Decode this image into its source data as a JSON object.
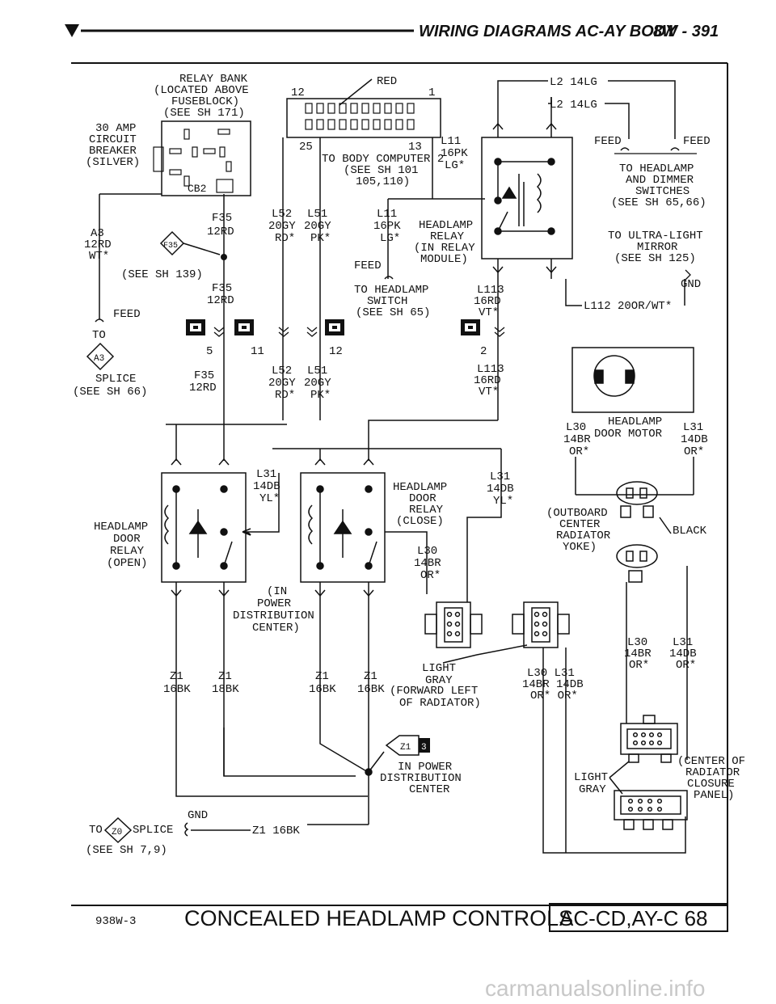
{
  "header": {
    "title": "WIRING DIAGRAMS AC-AY BODY",
    "page": "8W - 391"
  },
  "relay_bank": [
    "RELAY BANK",
    "(LOCATED ABOVE",
    "FUSEBLOCK)",
    "(SEE SH 171)"
  ],
  "relay_pins": {
    "p12": "12",
    "p1": "1",
    "p25": "25",
    "p13": "13",
    "red": "RED"
  },
  "circuit_breaker": [
    "30 AMP",
    "CIRCUIT",
    "BREAKER",
    "(SILVER)"
  ],
  "cb2": "CB2",
  "a3_wire": [
    "A3",
    "12RD",
    "WT*"
  ],
  "feed_left": "FEED",
  "to_label": "TO",
  "a3_tag": "A3",
  "splice_left": [
    "SPLICE",
    "(SEE SH 66)"
  ],
  "f35_top": [
    "F35",
    "12RD"
  ],
  "f35_tag": "F35",
  "see_139": "(SEE SH 139)",
  "f35_mid": [
    "F35",
    "12RD"
  ],
  "f35_bot": [
    "F35",
    "12RD"
  ],
  "conn_pins": [
    "5",
    "11",
    "12",
    "2"
  ],
  "l52_top": [
    "L52",
    "20GY",
    "RD*"
  ],
  "l51_top": [
    "L51",
    "20GY",
    "PK*"
  ],
  "l52_bot": [
    "L52",
    "20GY",
    "RD*"
  ],
  "l51_bot": [
    "L51",
    "20GY",
    "PK*"
  ],
  "body_computer": [
    "TO BODY COMPUTER 2",
    "(SEE SH 101",
    "105,110)"
  ],
  "l11_top": [
    "L11",
    "16PK",
    "LG*"
  ],
  "l11_mid": [
    "L11",
    "16PK",
    "LG*"
  ],
  "feed_mid": "FEED",
  "to_hl_switch": [
    "TO HEADLAMP",
    "SWITCH",
    "(SEE SH 65)"
  ],
  "headlamp_relay": [
    "HEADLAMP",
    "RELAY",
    "(IN RELAY",
    "MODULE)"
  ],
  "l2_a": "L2 14LG",
  "l2_b": "L2 14LG",
  "feed_r1": "FEED",
  "feed_r2": "FEED",
  "dimmer": [
    "TO HEADLAMP",
    "AND DIMMER",
    "SWITCHES",
    "(SEE SH 65,66)"
  ],
  "ultra": [
    "TO ULTRA-LIGHT",
    "MIRROR",
    "(SEE SH 125)"
  ],
  "gnd_right": "GND",
  "l112": "L112 20OR/WT*",
  "l113_top": [
    "L113",
    "16RD",
    "VT*"
  ],
  "l113_bot": [
    "L113",
    "16RD",
    "VT*"
  ],
  "door_motor": [
    "HEADLAMP",
    "DOOR MOTOR"
  ],
  "l30_motor": [
    "L30",
    "14BR",
    "OR*"
  ],
  "l31_motor": [
    "L31",
    "14DB",
    "OR*"
  ],
  "outboard": [
    "(OUTBOARD",
    "CENTER",
    "RADIATOR",
    "YOKE)"
  ],
  "black": "BLACK",
  "hdr_open": [
    "HEADLAMP",
    "DOOR",
    "RELAY",
    "(OPEN)"
  ],
  "hdr_close": [
    "HEADLAMP",
    "DOOR",
    "RELAY",
    "(CLOSE)"
  ],
  "l31_left": [
    "L31",
    "14DB",
    "YL*"
  ],
  "l31_right": [
    "L31",
    "14DB",
    "YL*"
  ],
  "l30_mid": [
    "L30",
    "14BR",
    "OR*"
  ],
  "in_pdc": [
    "(IN",
    "POWER",
    "DISTRIBUTION",
    "CENTER)"
  ],
  "light_gray_1": [
    "LIGHT",
    "GRAY"
  ],
  "forward_left": [
    "(FORWARD LEFT",
    "OF RADIATOR)"
  ],
  "l30_l31_mid": [
    "L30 L31",
    "14BR 14DB",
    "OR* OR*"
  ],
  "l30_right": [
    "L30",
    "14BR",
    "OR*"
  ],
  "l31_right2": [
    "L31",
    "14DB",
    "OR*"
  ],
  "z1_wires": [
    [
      "Z1",
      "16BK"
    ],
    [
      "Z1",
      "18BK"
    ],
    [
      "Z1",
      "16BK"
    ],
    [
      "Z1",
      "16BK"
    ]
  ],
  "z1_tag": "Z1",
  "z1_tag_num": "3",
  "in_pdc_2": [
    "IN POWER",
    "DISTRIBUTION",
    "CENTER"
  ],
  "center_radiator": [
    "(CENTER OF",
    "RADIATOR",
    "CLOSURE",
    "PANEL)"
  ],
  "light_gray_2": [
    "LIGHT",
    "GRAY"
  ],
  "gnd_bottom": "GND",
  "to_z0": {
    "to": "TO",
    "tag": "Z0",
    "splice": "SPLICE"
  },
  "z1_bottom": "Z1 16BK",
  "see_79": "(SEE SH 7,9)",
  "footer": {
    "code": "938W-3",
    "title": "CONCEALED HEADLAMP CONTROLS",
    "model": "AC-CD,AY-C 68"
  },
  "watermark": "carmanualsonline.info"
}
